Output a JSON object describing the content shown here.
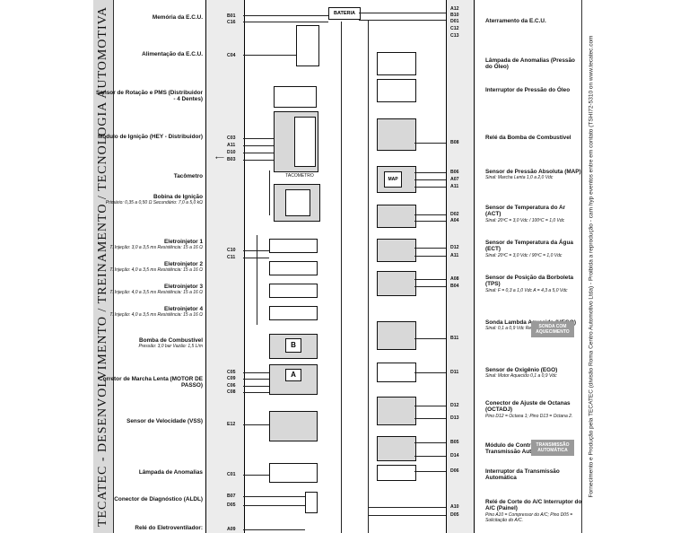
{
  "side_text": {
    "left_vertical": "TECATEC - DESENVOLVIMENTO / TREINAMENTO / TECNOLOGIA AUTOMOTIVA",
    "right_vertical": "Fornecimento e Produção pela TECATEC (divisão Roma Centro Automotivo Ltda) - Proibida a reprodução - cam hyp eventos entre em contato (TSHI72-5310 on www.tecatec.com"
  },
  "left_labels": [
    {
      "title": "Memória da E.C.U.",
      "sub": ""
    },
    {
      "title": "Alimentação da E.C.U.",
      "sub": ""
    },
    {
      "title": "Sensor de Rotação e PMS (Distribuidor - 4 Dentes)",
      "sub": ""
    },
    {
      "title": "Módulo de Ignição (HEY - Distribuidor)",
      "sub": ""
    },
    {
      "title": "Tacômetro",
      "sub": ""
    },
    {
      "title": "Bobina de Ignição",
      "sub": "Primário: 0,35 a 0,50 Ω  Secundário: 7,0 a 5,0 kΩ"
    },
    {
      "title": "Eletroinjetor 1",
      "sub": "T. Injeção: 3,0 a 3,5 ms  Resistência: 15 a 16 Ω"
    },
    {
      "title": "Eletroinjetor 2",
      "sub": "T. Injeção: 4,0 a 3,5 ms  Resistência: 15 a 16 Ω"
    },
    {
      "title": "Eletroinjetor 3",
      "sub": "T. Injeção: 4,0 a 3,5 ms  Resistência: 15 a 16 Ω"
    },
    {
      "title": "Eletroinjetor 4",
      "sub": "T. Injeção: 4,0 a 3,5 ms  Resistência: 15 a 16 Ω"
    },
    {
      "title": "Bomba de Combustível",
      "sub": "Pressão: 3,0 bar  Vazão: 1,5 L/m"
    },
    {
      "title": "Corretor de Marcha Lenta (MOTOR DE PASSO)",
      "sub": ""
    },
    {
      "title": "Sensor de Velocidade (VSS)",
      "sub": ""
    },
    {
      "title": "Lâmpada de Anomalias",
      "sub": ""
    },
    {
      "title": "Conector de Diagnóstico (ALDL)",
      "sub": ""
    },
    {
      "title": "Relé do Eletroventilador:",
      "sub": ""
    }
  ],
  "right_labels": [
    {
      "title": "Aterramento da E.C.U.",
      "sub": ""
    },
    {
      "title": "Lâmpada de Anomalias (Pressão do Óleo)",
      "sub": ""
    },
    {
      "title": "Interruptor de Pressão do Óleo",
      "sub": ""
    },
    {
      "title": "Relé da Bomba de Combustível",
      "sub": ""
    },
    {
      "title": "Sensor de Pressão Absoluta (MAP)",
      "sub": "Sinal: Marcha Lenta 1,0 a 2,0 Vdc"
    },
    {
      "title": "Sensor de Temperatura do Ar (ACT)",
      "sub": "Sinal: 20ºC = 3,0 Vdc / 100ºC = 1,0 Vdc"
    },
    {
      "title": "Sensor de Temperatura da Água (ECT)",
      "sub": "Sinal: 20ºC = 3,0 Vdc / 90ºC = 1,0 Vdc"
    },
    {
      "title": "Sensor de Posição da Borboleta (TPS)",
      "sub": "Sinal: F = 0,3 a 1,0 Vdc  A = 4,3 a 5,0 Vdc"
    },
    {
      "title": "Sonda Lambda Aquecida (HEGO)",
      "sub": "Sinal: 0,1 a 0,9 Vdc  Resistência: 0,0 a 6,0 Ω"
    },
    {
      "title": "Sensor de Oxigênio (EGO)",
      "sub": "Sinal: Motor Aquecido 0,1 a 0,9 Vdc"
    },
    {
      "title": "Conector de Ajuste de Octanas (OCTADJ)",
      "sub": "Pino D12 = Octana 1;  Pino D13 = Octana 2."
    },
    {
      "title": "Módulo de Controle da Transmissão Automática",
      "sub": ""
    },
    {
      "title": "Interruptor da Transmissão Automática",
      "sub": ""
    },
    {
      "title": "Relé de Corte do A/C Interruptor do A/C (Painel)",
      "sub": "Pino A10 = Compressor do A/C;  Pino D05 = Solicitação do A/C."
    }
  ],
  "badges": [
    {
      "text": "SONDA COM AQUECIMENTO"
    },
    {
      "text": "TRANSMISSÃO AUTOMÁTICA"
    }
  ],
  "left_pins": [
    "B01",
    "C16",
    "C04",
    "C03",
    "A11",
    "D10",
    "B03",
    "C10",
    "C11",
    "C05",
    "C09",
    "C06",
    "C08",
    "E12",
    "C01",
    "B07",
    "D05",
    "A09"
  ],
  "right_pins": [
    "A12",
    "B10",
    "D01",
    "C12",
    "C13",
    "B08",
    "B06",
    "A07",
    "A11",
    "D02",
    "A04",
    "D12",
    "A11",
    "A08",
    "B04",
    "B11",
    "D11",
    "D12",
    "D13",
    "B05",
    "D14",
    "D06",
    "A10",
    "D05"
  ],
  "component_labels": {
    "battery": "BATERIA",
    "tachometer": "TACOMETRO",
    "fuel_pump_letter": "B",
    "idle_letter": "A",
    "map_label": "MAP"
  }
}
